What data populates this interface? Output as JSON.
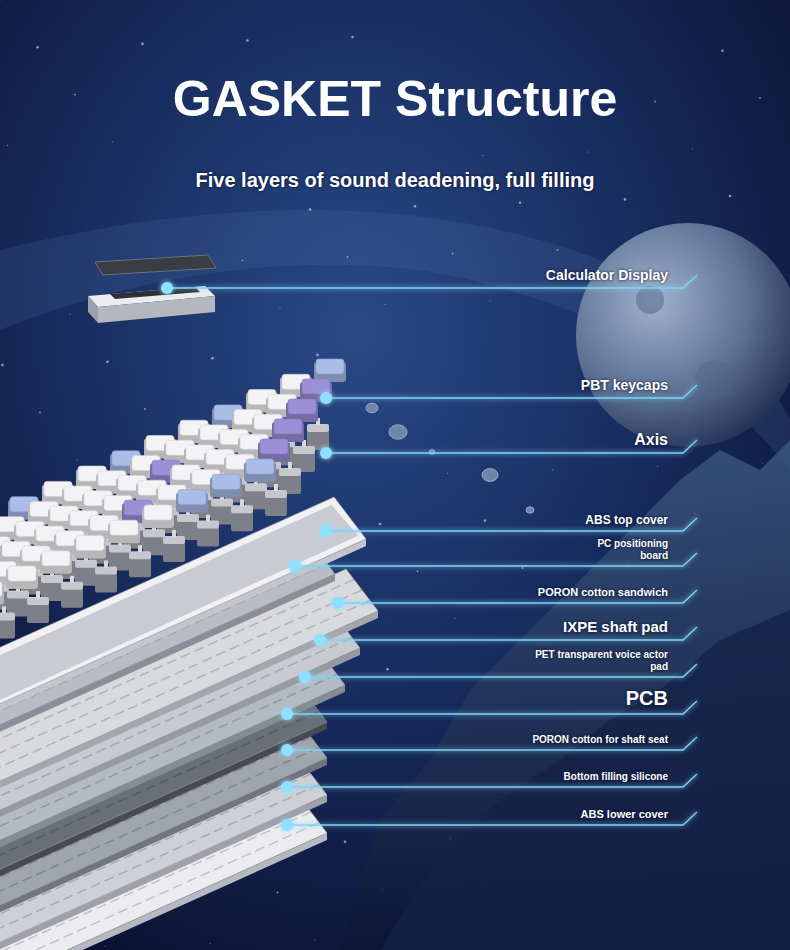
{
  "diagram": {
    "title": "GASKET Structure",
    "labels": [
      "Five layers of sound deadening, full filling",
      "Calculator Display",
      "PBT keycaps",
      "Axis",
      "ABS top cover",
      "PC positioning board",
      "PORON cotton sandwich",
      "IXPE shaft pad",
      "PET transparent voice actor pad",
      "PCB",
      "PORON cotton for shaft seat",
      "Bottom filling silicone",
      "ABS lower cover"
    ]
  }
}
